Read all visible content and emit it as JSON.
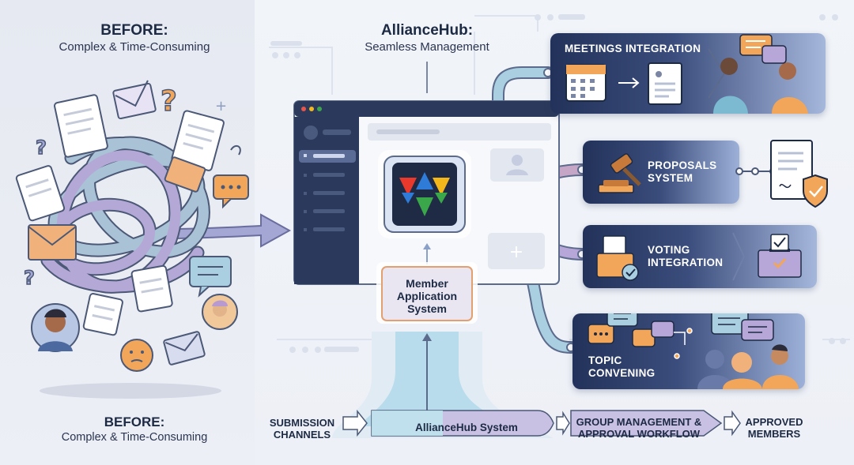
{
  "before_top": {
    "title": "BEFORE:",
    "subtitle": "Complex & Time-Consuming"
  },
  "before_bottom": {
    "title": "BEFORE:",
    "subtitle": "Complex & Time-Consuming"
  },
  "hub_heading": {
    "title": "AllianceHub:",
    "subtitle": "Seamless Management"
  },
  "member_app": {
    "label": "Member Application System"
  },
  "modules": [
    {
      "id": "meetings",
      "label": "MEETINGS INTEGRATION"
    },
    {
      "id": "proposals",
      "label": "PROPOSALS SYSTEM"
    },
    {
      "id": "voting",
      "label": "VOTING INTEGRATION"
    },
    {
      "id": "topic",
      "label": "TOPIC CONVENING"
    }
  ],
  "bottom_flow": {
    "submission": "SUBMISSION CHANNELS",
    "system": "AllianceHub System",
    "group": "GROUP MANAGEMENT & APPROVAL WORKFLOW",
    "approved": "APPROVED MEMBERS"
  },
  "colors": {
    "card_dark": "#24345e",
    "card_light": "#b9c6e3",
    "pipe": "#a9cfe0",
    "pipe_purple": "#b7a6d8",
    "logo_red": "#e8392c",
    "logo_blue": "#2f7bd8",
    "logo_green": "#3aa84a",
    "logo_yellow": "#f2b81b"
  }
}
